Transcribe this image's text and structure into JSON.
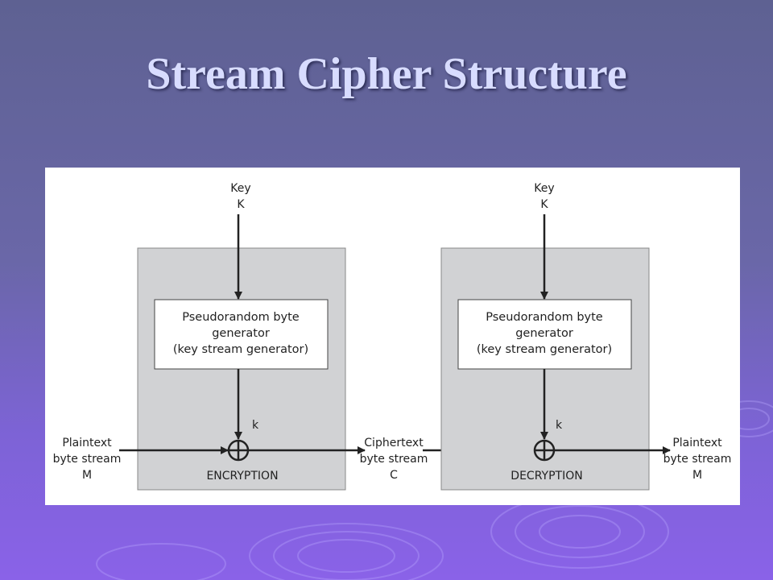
{
  "slide": {
    "title": "Stream Cipher Structure"
  },
  "diagram": {
    "encryption": {
      "key_line1": "Key",
      "key_line2": "K",
      "generator_line1": "Pseudorandom byte",
      "generator_line2": "generator",
      "generator_line3": "(key stream generator)",
      "keystream_label": "k",
      "block_label": "ENCRYPTION",
      "input_line1": "Plaintext",
      "input_line2": "byte stream",
      "input_line3": "M"
    },
    "middle": {
      "line1": "Ciphertext",
      "line2": "byte stream",
      "line3": "C"
    },
    "decryption": {
      "key_line1": "Key",
      "key_line2": "K",
      "generator_line1": "Pseudorandom byte",
      "generator_line2": "generator",
      "generator_line3": "(key stream generator)",
      "keystream_label": "k",
      "block_label": "DECRYPTION",
      "output_line1": "Plaintext",
      "output_line2": "byte stream",
      "output_line3": "M"
    },
    "colors": {
      "block_fill": "#d1d2d4",
      "line": "#222222"
    }
  }
}
